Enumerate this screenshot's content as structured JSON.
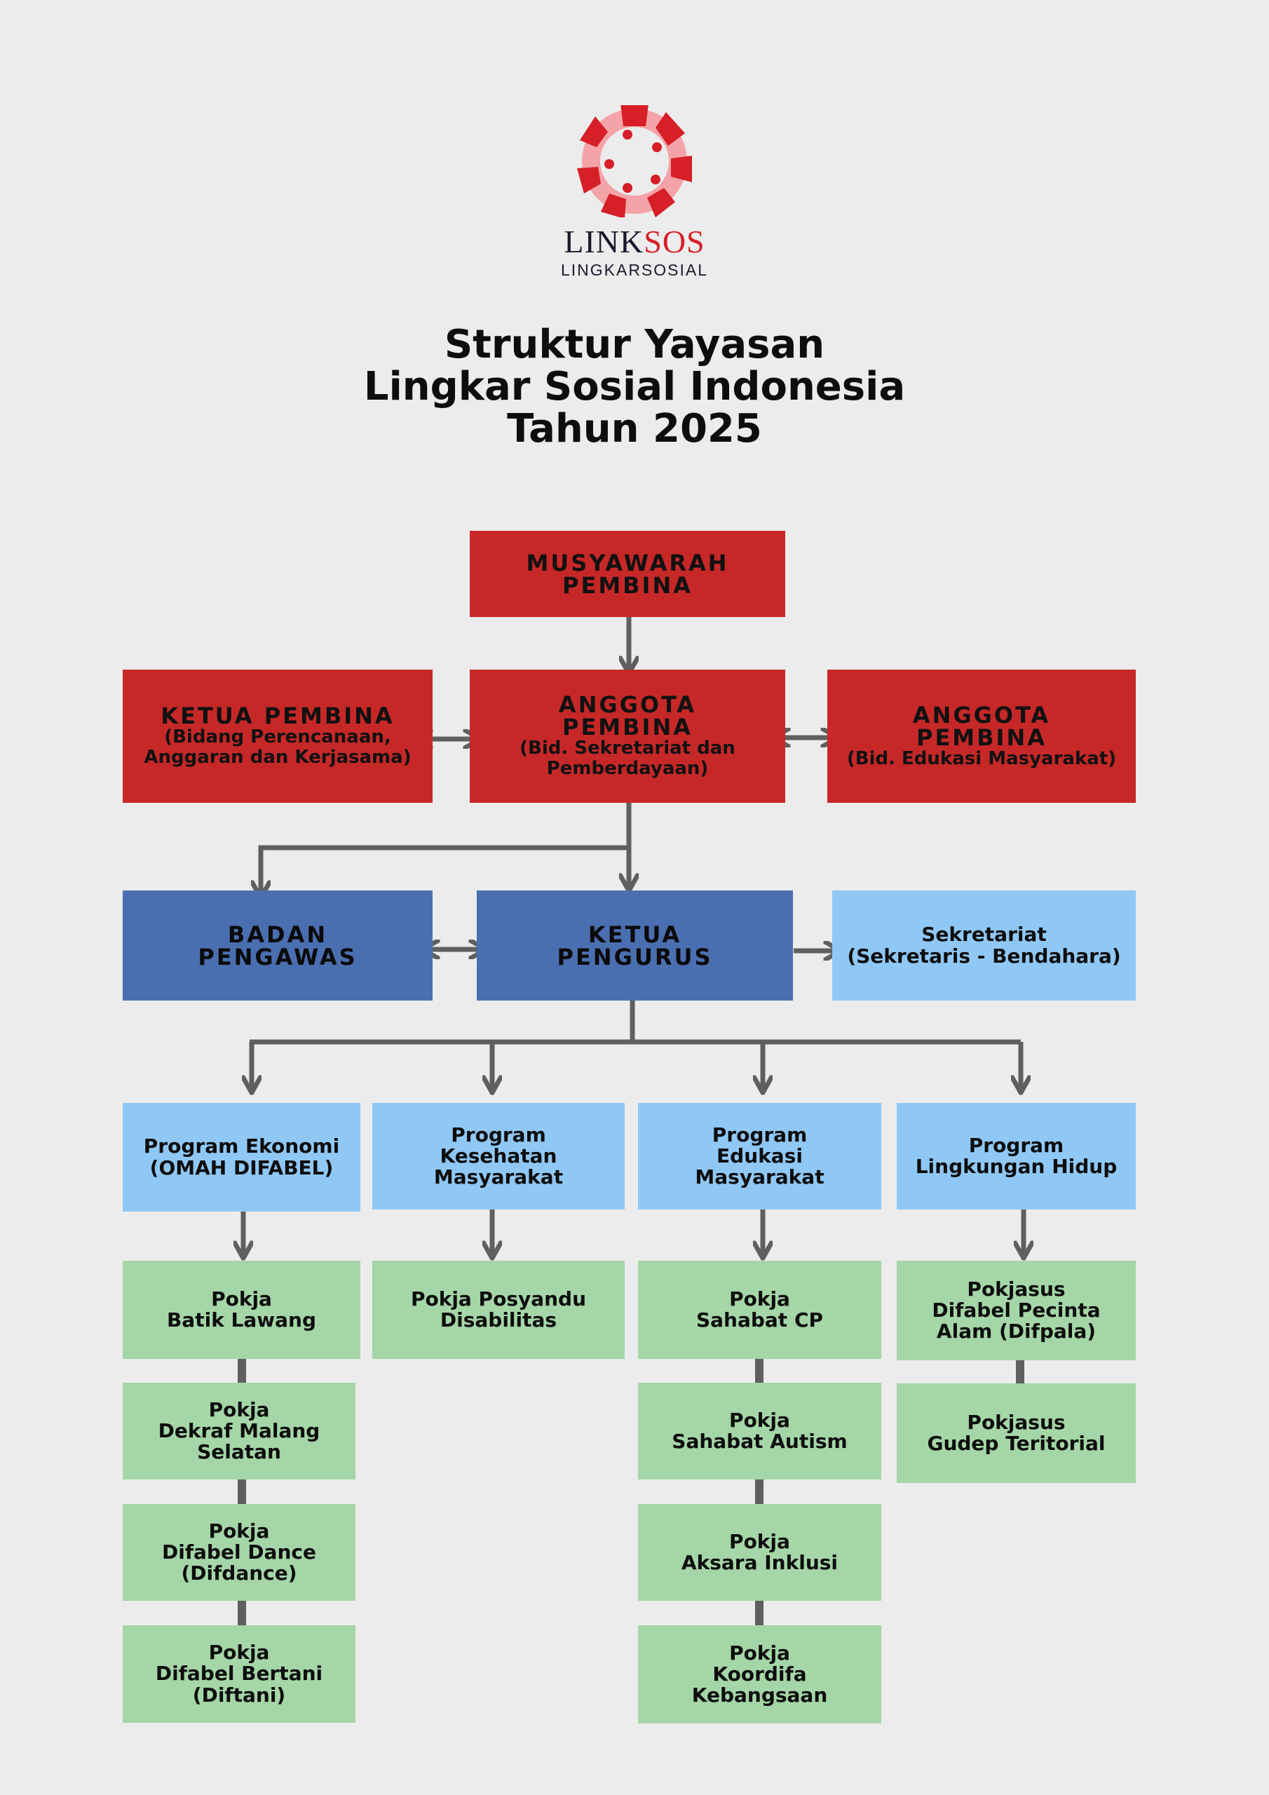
{
  "logo": {
    "name_dark": "LINK",
    "name_red": "SOS",
    "subtitle": "LINGKARSOSIAL"
  },
  "title": {
    "line1": "Struktur Yayasan",
    "line2": "Lingkar Sosial Indonesia",
    "line3": "Tahun 2025"
  },
  "musyawarah": {
    "label": "MUSYAWARAH\nPEMBINA"
  },
  "ketua_pembina": {
    "label": "KETUA PEMBINA",
    "detail": "(Bidang Perencanaan,\nAnggaran dan Kerjasama)"
  },
  "anggota_pembina_1": {
    "label": "ANGGOTA\nPEMBINA",
    "detail": "(Bid. Sekretariat dan\nPemberdayaan)"
  },
  "anggota_pembina_2": {
    "label": "ANGGOTA\nPEMBINA",
    "detail": "(Bid. Edukasi Masyarakat)"
  },
  "badan_pengawas": {
    "label": "BADAN\nPENGAWAS"
  },
  "ketua_pengurus": {
    "label": "KETUA\nPENGURUS"
  },
  "sekretariat": {
    "label": "Sekretariat\n(Sekretaris - Bendahara)"
  },
  "programs": [
    {
      "label": "Program Ekonomi\n(OMAH DIFABEL)"
    },
    {
      "label": "Program\nKesehatan\nMasyarakat"
    },
    {
      "label": "Program\nEdukasi\nMasyarakat"
    },
    {
      "label": "Program\nLingkungan Hidup"
    }
  ],
  "pokja_ekonomi": [
    "Pokja\nBatik Lawang",
    "Pokja\nDekraf Malang\nSelatan",
    "Pokja\nDifabel Dance\n(Difdance)",
    "Pokja\nDifabel Bertani\n(Diftani)"
  ],
  "pokja_kesehatan": [
    "Pokja Posyandu\nDisabilitas"
  ],
  "pokja_edukasi": [
    "Pokja\nSahabat  CP",
    "Pokja\nSahabat  Autism",
    "Pokja\nAksara Inklusi",
    "Pokja\nKoordifa Kebangsaan"
  ],
  "pokja_lingkungan": [
    "Pokjasus\nDifabel Pecinta\nAlam (Difpala)",
    "Pokjasus\nGudep Teritorial"
  ],
  "colors": {
    "pembina": "#c62828",
    "pengurus": "#4a6fb0",
    "program": "#90c8f5",
    "pokja": "#a5d6a7",
    "connector": "#5f5f5f",
    "logo_red": "#d61f26",
    "logo_pink": "#f4a3a8"
  }
}
